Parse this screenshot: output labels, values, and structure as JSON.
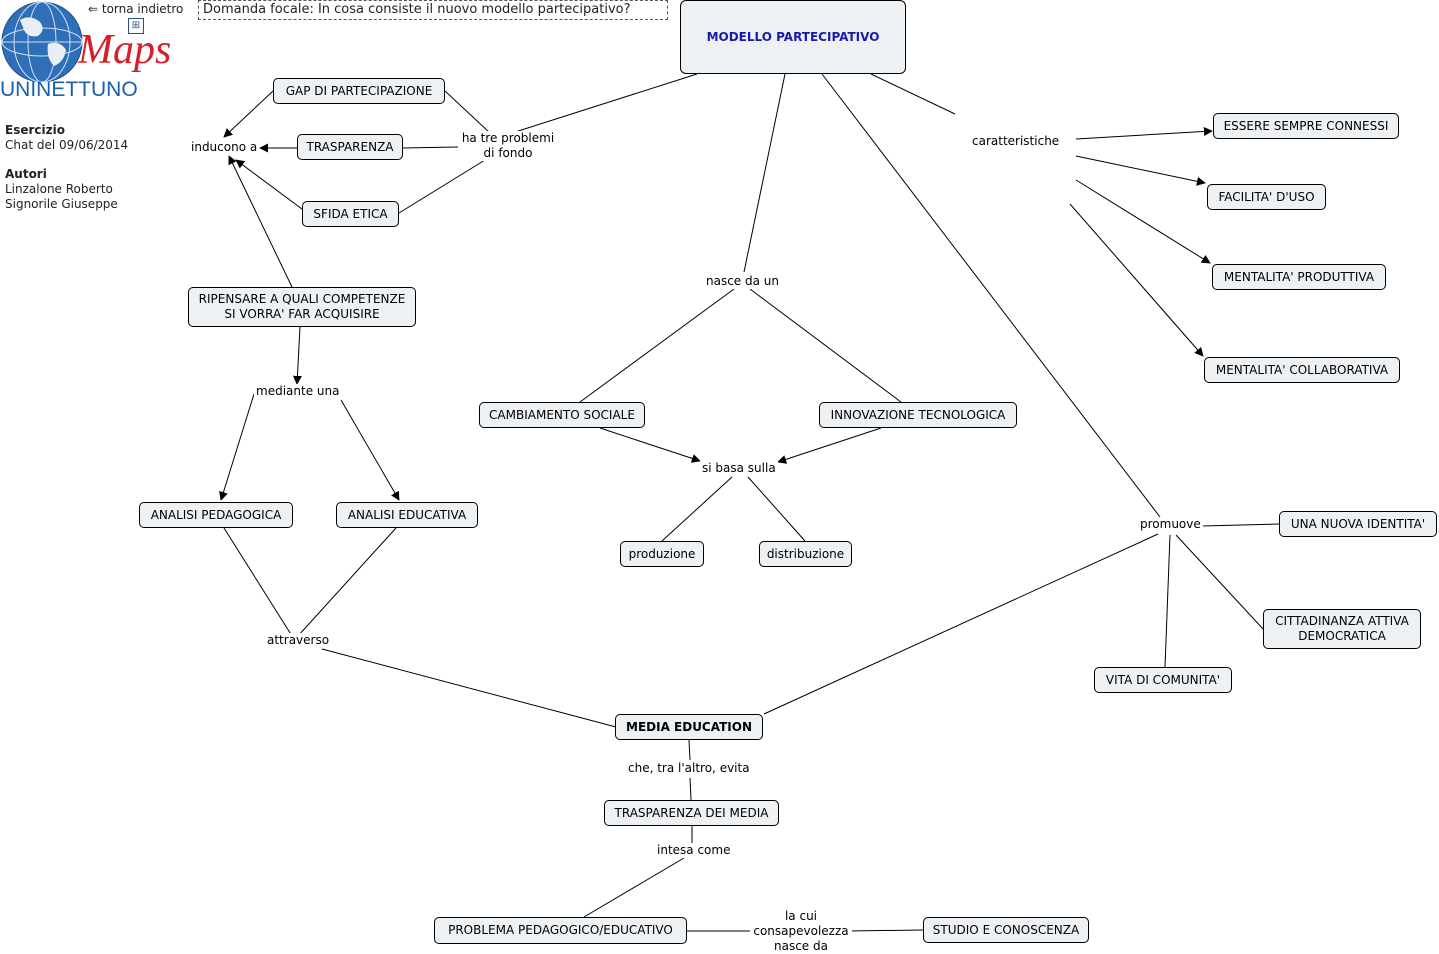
{
  "header": {
    "logo_brand": "UNINETTUNO",
    "logo_maps": "Maps",
    "back_link": "⇐ torna indietro",
    "focal_question": "Domanda focale: In cosa consiste il nuovo modello partecipativo?"
  },
  "sidebar": {
    "exercise_heading": "Esercizio",
    "exercise_value": "Chat del 09/06/2014",
    "authors_heading": "Autori",
    "author_1": "Linzalone Roberto",
    "author_2": "Signorile Giuseppe"
  },
  "nodes": {
    "modello": "MODELLO PARTECIPATIVO",
    "gap": "GAP DI PARTECIPAZIONE",
    "trasparenza": "TRASPARENZA",
    "sfida": "SFIDA ETICA",
    "ripensare": "RIPENSARE A QUALI COMPETENZE\nSI VORRA' FAR ACQUISIRE",
    "analisi_ped": "ANALISI PEDAGOGICA",
    "analisi_edu": "ANALISI EDUCATIVA",
    "cambiamento": "CAMBIAMENTO SOCIALE",
    "innovazione": "INNOVAZIONE TECNOLOGICA",
    "produzione": "produzione",
    "distribuzione": "distribuzione",
    "essere": "ESSERE SEMPRE CONNESSI",
    "facilita": "FACILITA' D'USO",
    "produttiva": "MENTALITA' PRODUTTIVA",
    "collaborativa": "MENTALITA' COLLABORATIVA",
    "identita": "UNA NUOVA IDENTITA'",
    "cittadinanza": "CITTADINANZA ATTIVA\nDEMOCRATICA",
    "vita": "VITA DI COMUNITA'",
    "media": "MEDIA EDUCATION",
    "trasparenza_media": "TRASPARENZA DEI MEDIA",
    "problema": "PROBLEMA  PEDAGOGICO/EDUCATIVO",
    "studio": "STUDIO E CONOSCENZA"
  },
  "links": {
    "inducono": "inducono a",
    "ha_tre": "ha tre problemi\ndi fondo",
    "mediante": "mediante una",
    "attraverso": "attraverso",
    "nasce": "nasce da un",
    "si_basa": "si basa sulla",
    "caratteristiche": "caratteristiche",
    "promuove": "promuove",
    "che_tra": "che, tra l'altro, evita",
    "intesa": "intesa come",
    "la_cui": "la cui\nconsapevolezza\nnasce da"
  }
}
